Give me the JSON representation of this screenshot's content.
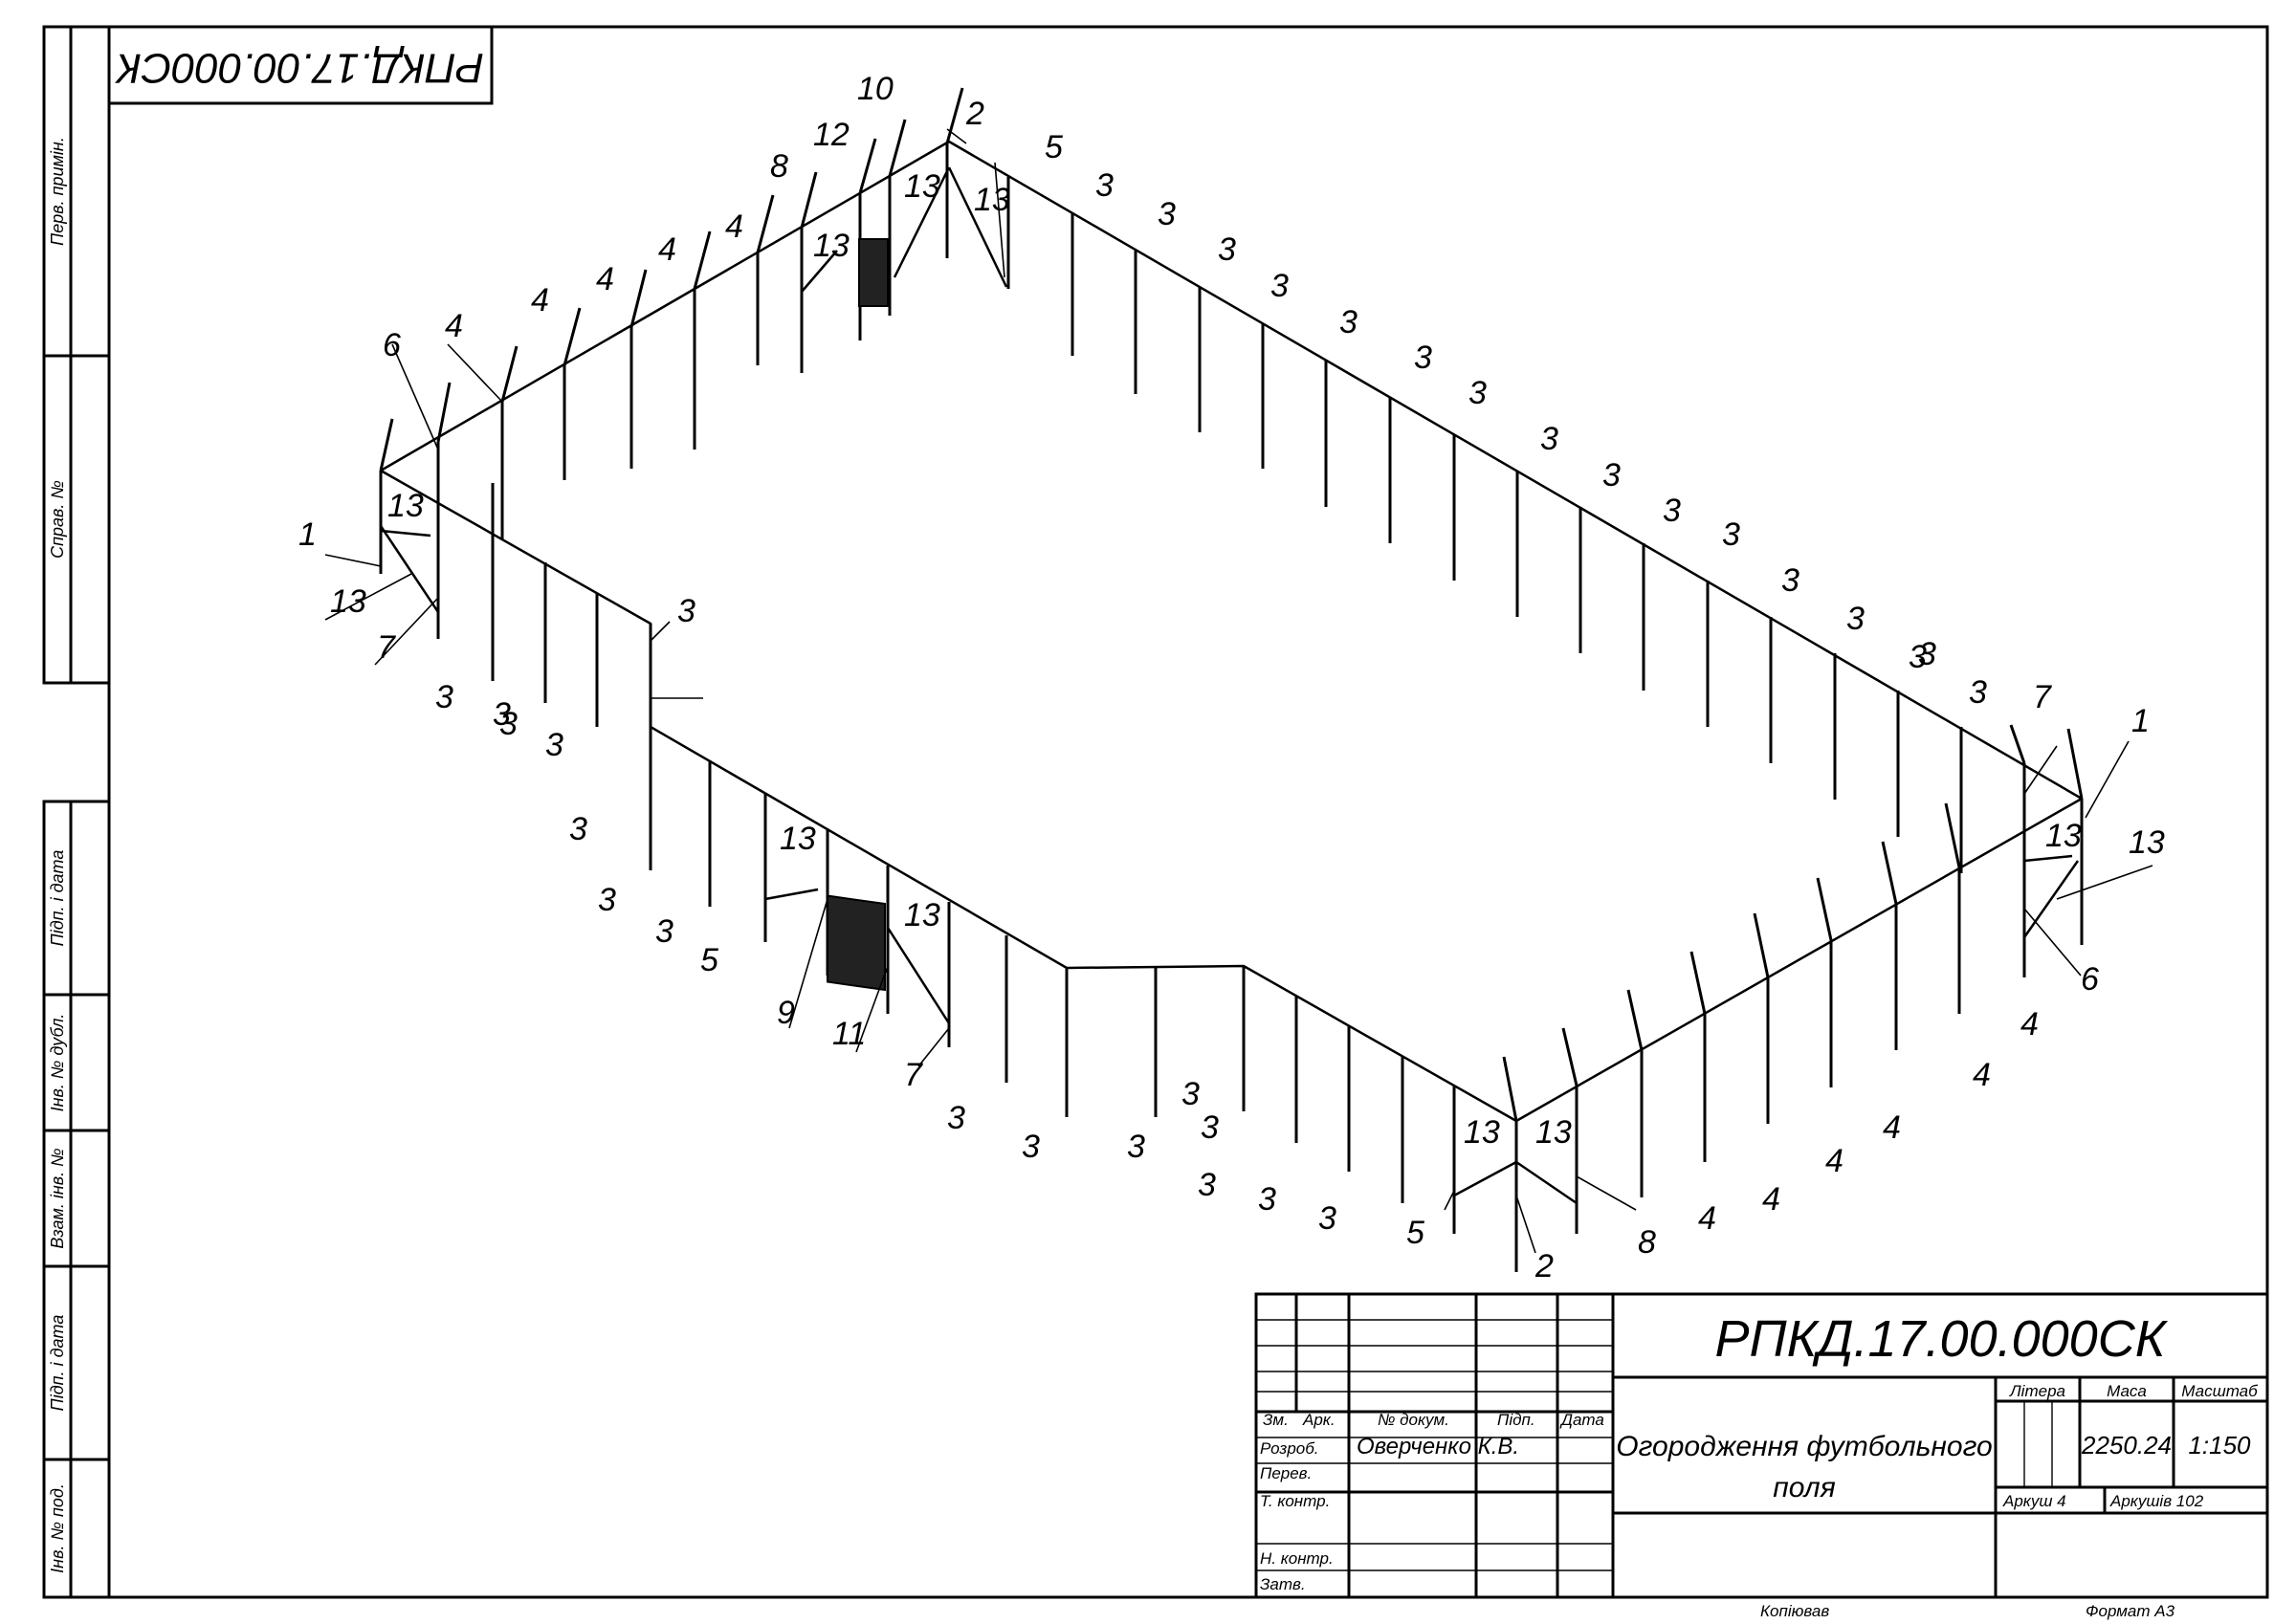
{
  "document": {
    "code": "РПКД.17.00.000СК",
    "code_rotated": "РПКД.17.00.000СК",
    "title_line1": "Огородження футбольного",
    "title_line2": "поля"
  },
  "side_strip": {
    "perv_prymin": "Перв. примін.",
    "sprav_no": "Справ. №",
    "pidp_data_1": "Підп. і дата",
    "inv_dubl": "Інв. № дубл.",
    "vzam_inv": "Взам. інв. №",
    "pidp_data_2": "Підп. і дата",
    "inv_pod": "Інв. № под."
  },
  "title_block": {
    "col_zm": "Зм.",
    "col_ark": "Арк.",
    "col_doc": "№ докум.",
    "col_pidp": "Підп.",
    "col_data": "Дата",
    "row_rozrob": "Розроб.",
    "row_perev": "Перев.",
    "row_tkontr": "Т. контр.",
    "row_nkontr": "Н. контр.",
    "row_zatv": "Затв.",
    "developer": "Оверченко К.В.",
    "litera_label": "Літера",
    "masa_label": "Маса",
    "masshtab_label": "Масштаб",
    "masa_value": "2250.24",
    "masshtab_value": "1:150",
    "arkush": "Аркуш 4",
    "arkushiv": "Аркушів 102"
  },
  "footer": {
    "copied": "Копіював",
    "format": "Формат А3"
  },
  "callouts": [
    {
      "t": "1"
    },
    {
      "t": "13"
    },
    {
      "t": "13"
    },
    {
      "t": "7"
    },
    {
      "t": "6"
    },
    {
      "t": "4"
    },
    {
      "t": "4"
    },
    {
      "t": "4"
    },
    {
      "t": "4"
    },
    {
      "t": "4"
    },
    {
      "t": "8"
    },
    {
      "t": "13"
    },
    {
      "t": "12"
    },
    {
      "t": "10"
    },
    {
      "t": "13"
    },
    {
      "t": "2"
    },
    {
      "t": "13"
    },
    {
      "t": "5"
    },
    {
      "t": "3"
    },
    {
      "t": "3"
    },
    {
      "t": "3"
    },
    {
      "t": "3"
    },
    {
      "t": "3"
    },
    {
      "t": "3"
    },
    {
      "t": "3"
    },
    {
      "t": "3"
    },
    {
      "t": "3"
    },
    {
      "t": "3"
    },
    {
      "t": "3"
    },
    {
      "t": "3"
    },
    {
      "t": "3"
    },
    {
      "t": "3"
    },
    {
      "t": "3"
    },
    {
      "t": "3"
    },
    {
      "t": "7"
    },
    {
      "t": "1"
    },
    {
      "t": "13"
    },
    {
      "t": "13"
    },
    {
      "t": "6"
    },
    {
      "t": "4"
    },
    {
      "t": "4"
    },
    {
      "t": "4"
    },
    {
      "t": "4"
    },
    {
      "t": "4"
    },
    {
      "t": "4"
    },
    {
      "t": "8"
    },
    {
      "t": "2"
    },
    {
      "t": "13"
    },
    {
      "t": "13"
    },
    {
      "t": "5"
    },
    {
      "t": "3"
    },
    {
      "t": "3"
    },
    {
      "t": "3"
    },
    {
      "t": "3"
    },
    {
      "t": "3"
    },
    {
      "t": "3"
    },
    {
      "t": "3"
    },
    {
      "t": "7"
    },
    {
      "t": "13"
    },
    {
      "t": "11"
    },
    {
      "t": "9"
    },
    {
      "t": "13"
    },
    {
      "t": "5"
    },
    {
      "t": "3"
    },
    {
      "t": "3"
    },
    {
      "t": "3"
    },
    {
      "t": "3"
    },
    {
      "t": "3"
    },
    {
      "t": "3"
    },
    {
      "t": "3"
    },
    {
      "t": "3"
    },
    {
      "t": "3"
    }
  ]
}
